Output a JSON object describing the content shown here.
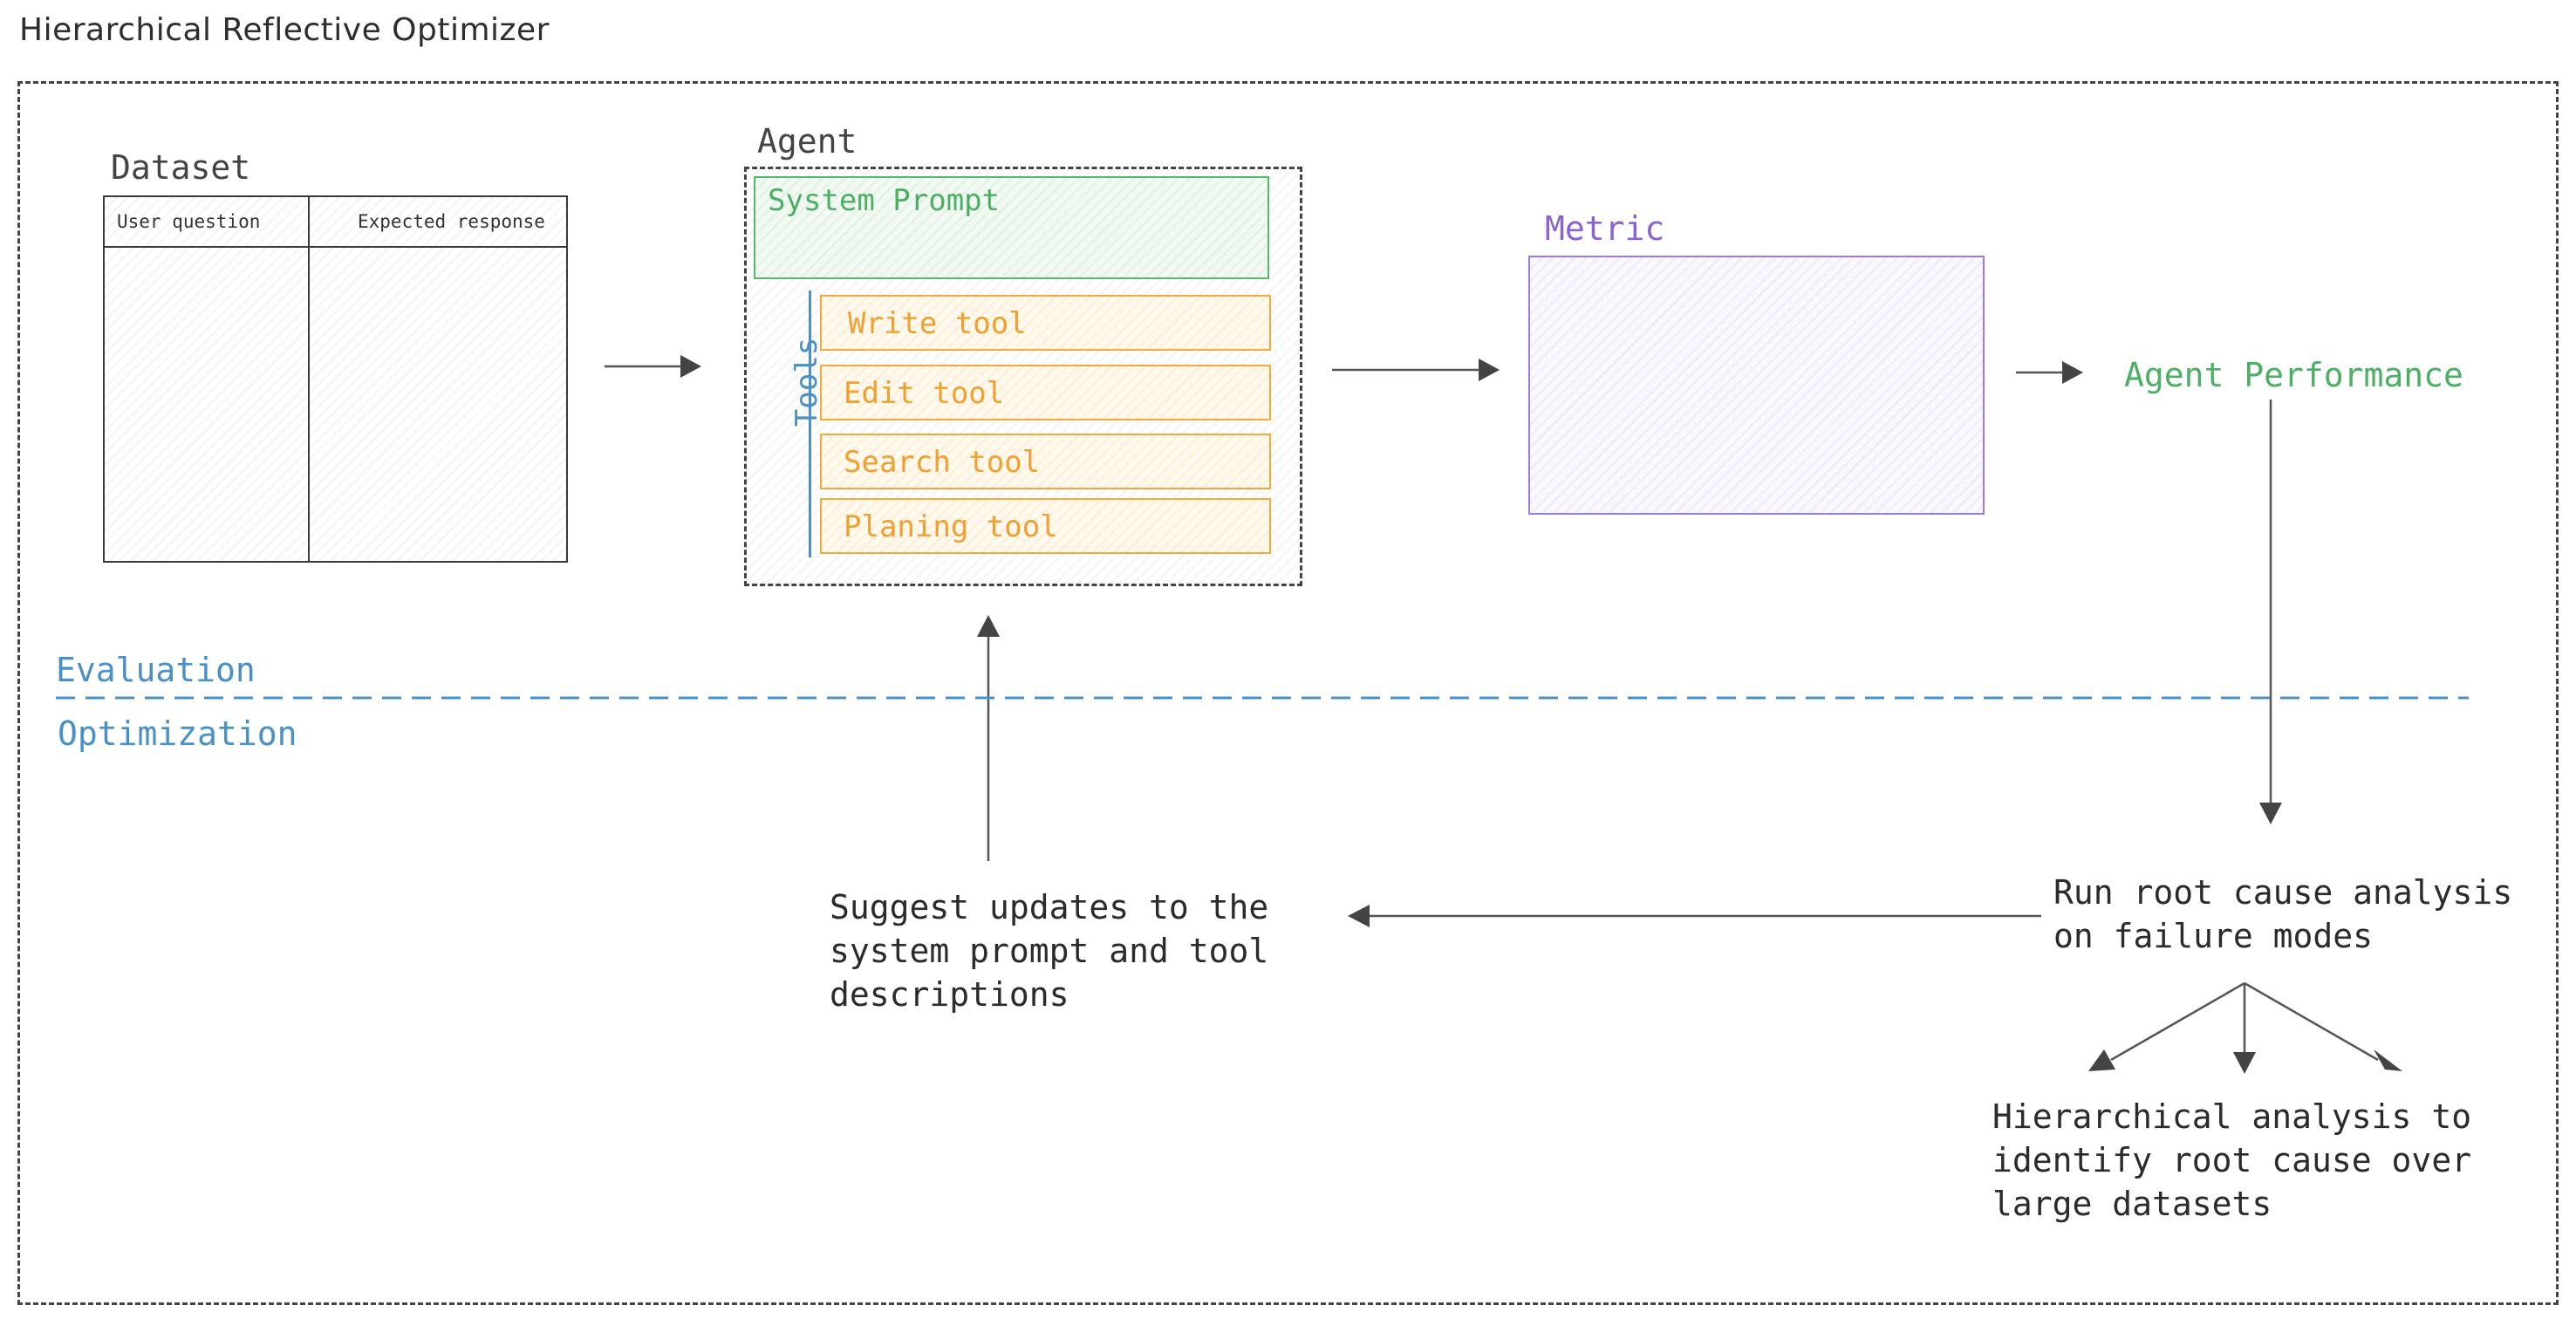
{
  "title": "Hierarchical Reflective Optimizer",
  "dataset": {
    "title": "Dataset",
    "columns": [
      "User question",
      "Expected response"
    ]
  },
  "agent": {
    "title": "Agent",
    "system_prompt": "System Prompt",
    "tools_label": "Tools",
    "tools": [
      "Write tool",
      "Edit tool",
      "Search tool",
      "Planing tool"
    ]
  },
  "metric": {
    "title": "Metric"
  },
  "agent_performance": "Agent Performance",
  "sections": {
    "evaluation": "Evaluation",
    "optimization": "Optimization"
  },
  "steps": {
    "suggest": "Suggest updates to the\nsystem prompt and tool\ndescriptions",
    "root_cause": "Run root cause analysis\non failure modes",
    "hierarchical": "Hierarchical analysis to\nidentify root cause over\nlarge datasets"
  },
  "colors": {
    "green": "#4caf63",
    "orange": "#f0a030",
    "purple": "#8a63d2",
    "blue": "#4a90c8",
    "dark": "#444444"
  }
}
